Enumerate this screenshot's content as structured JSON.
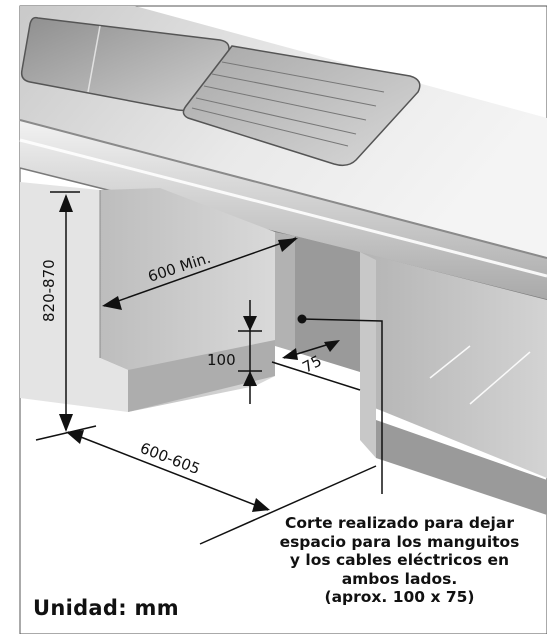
{
  "labels": {
    "height": "820-870",
    "min_width": "600 Min.",
    "depth_cut": "100",
    "width_cut": "75",
    "opening": "600-605"
  },
  "note": {
    "lines": [
      "Corte realizado para dejar",
      "espacio para los manguitos",
      "y los cables eléctricos en",
      "ambos lados.",
      "(aprox. 100 x 75)"
    ]
  },
  "unit": "Unidad: mm",
  "colors": {
    "background": "#ffffff",
    "line": "#111111"
  }
}
